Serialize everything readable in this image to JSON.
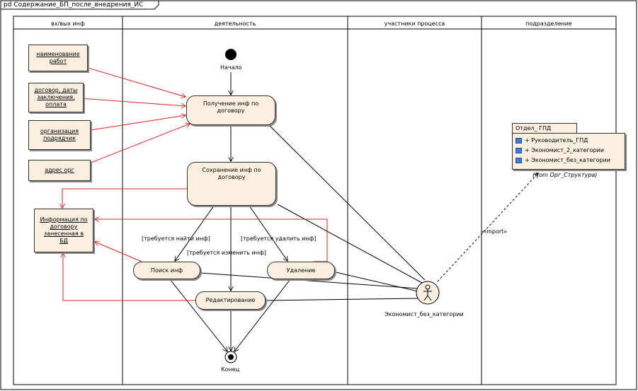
{
  "frame_title": "pd Содержание_БП_после_внедрения_ИС",
  "lanes": [
    {
      "label": "вх/вых инф"
    },
    {
      "label": "деятельность"
    },
    {
      "label": "участники процесса"
    },
    {
      "label": "подразделение"
    }
  ],
  "inputs": [
    "наименование работ",
    "договор, даты заключения, оплата",
    "организация подрядчик",
    "адрес орг"
  ],
  "db_object": "Информация по договору занесенная в БД",
  "start_label": "Начало",
  "end_label": "Конец",
  "activities": {
    "receive": "Получение инф по договору",
    "save": "Сохранение инф по договору",
    "search": "Поиск инф",
    "delete": "Удаление",
    "edit": "Редактирование"
  },
  "guards": {
    "find": "[требуется найти инф]",
    "change": "[требуется изменить инф]",
    "remove": "[требуется удалить инф]"
  },
  "actor": "Экономист_без_категории",
  "import_label": "«import»",
  "class_box": {
    "name": "Отдел_ ГПД",
    "attributes": [
      "+ Руководитель_ГПД",
      "+ Экономист_2_категории",
      "+ Экономист_без_категории"
    ],
    "footer": "(from Орг_Структура)"
  }
}
